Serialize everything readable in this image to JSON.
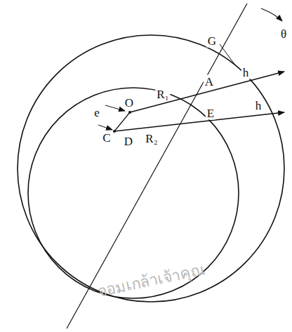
{
  "diagram": {
    "labels": [
      "G",
      "θ",
      "O",
      "R₁",
      "A",
      "h",
      "e",
      "C",
      "D",
      "R₂",
      "E",
      "h",
      "จอมเกล้าเจ้าคุณ"
    ]
  }
}
